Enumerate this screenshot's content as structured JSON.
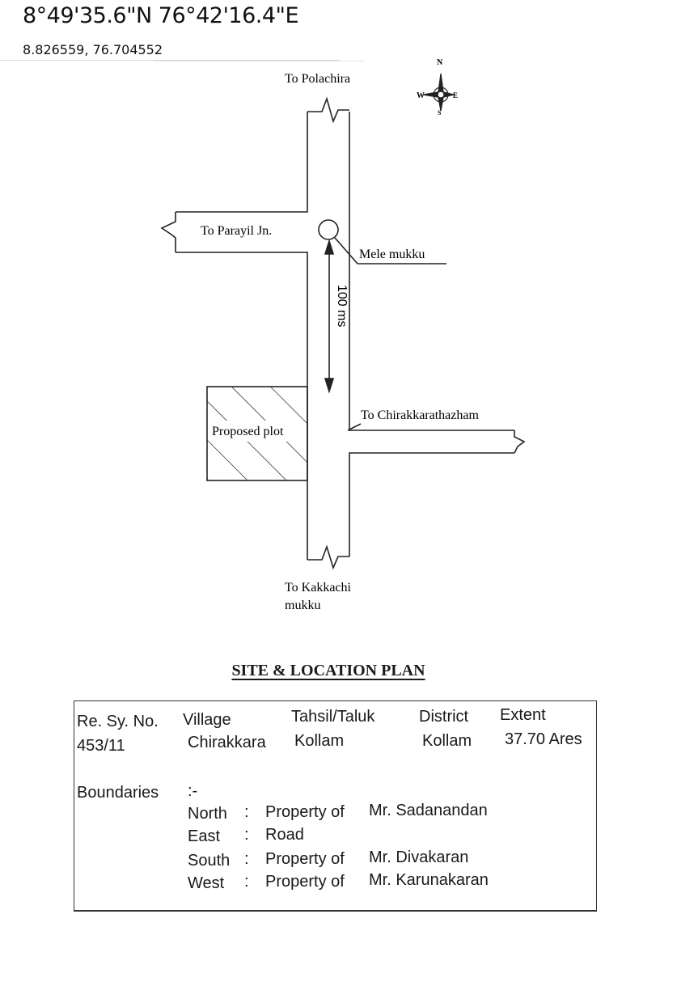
{
  "coordinates": {
    "dms": "8°49'35.6\"N 76°42'16.4\"E",
    "decimal": "8.826559, 76.704552"
  },
  "compass": {
    "n": "N",
    "s": "S",
    "e": "E",
    "w": "W"
  },
  "map_labels": {
    "north_road": "To Polachira",
    "west_road": "To Parayil Jn.",
    "landmark": "Mele mukku",
    "distance": "100 ms",
    "east_road": "To Chirakkarathazham",
    "plot": "Proposed plot",
    "south_road_line1": "To Kakkachi",
    "south_road_line2": "mukku"
  },
  "plan_title": "SITE & LOCATION PLAN",
  "details": {
    "headers": {
      "survey": "Re. Sy. No.",
      "village": "Village",
      "taluk": "Tahsil/Taluk",
      "district": "District",
      "extent": "Extent"
    },
    "values": {
      "survey": "453/11",
      "village": "Chirakkara",
      "taluk": "Kollam",
      "district": "Kollam",
      "extent": "37.70 Ares"
    }
  },
  "boundaries": {
    "label": "Boundaries",
    "separator": ":-",
    "rows": [
      {
        "dir": "North",
        "colon": ":",
        "desc": "Property of",
        "owner": "Mr. Sadanandan"
      },
      {
        "dir": "East",
        "colon": ":",
        "desc": "Road",
        "owner": ""
      },
      {
        "dir": "South",
        "colon": ":",
        "desc": "Property of",
        "owner": "Mr. Divakaran"
      },
      {
        "dir": "West",
        "colon": ":",
        "desc": "Property of",
        "owner": "Mr. Karunakaran"
      }
    ]
  }
}
